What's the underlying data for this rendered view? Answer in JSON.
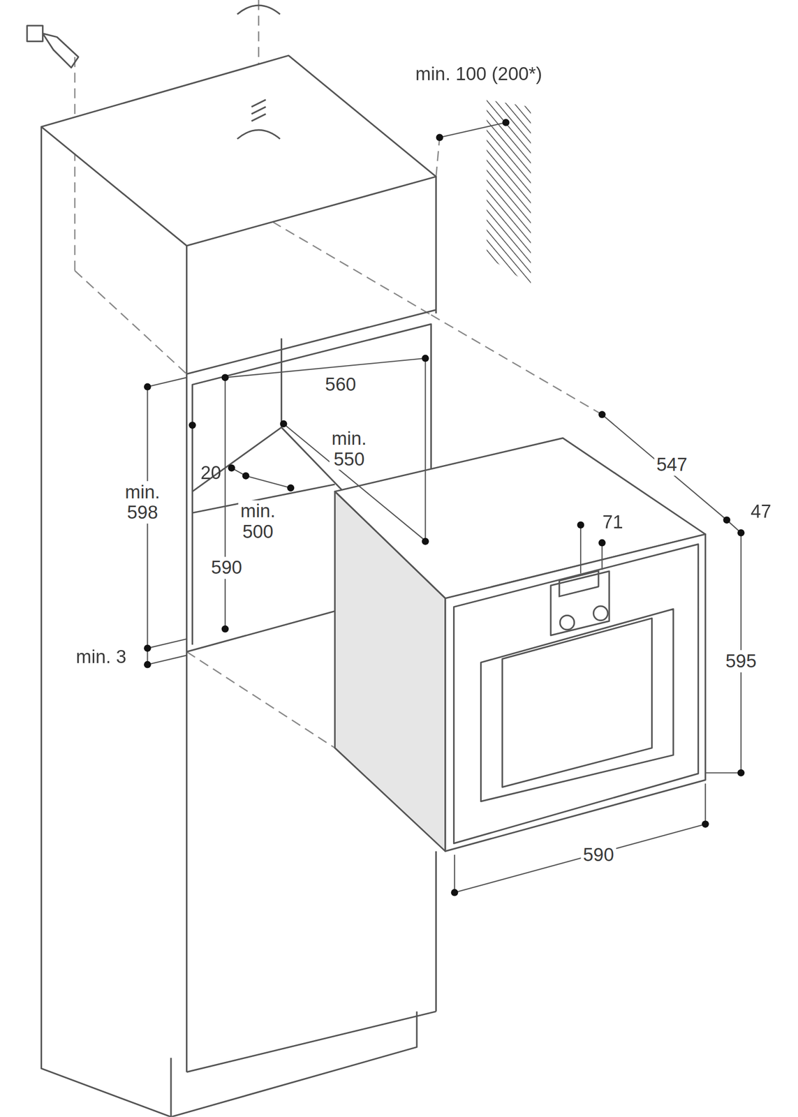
{
  "diagram": {
    "labels": [
      "min. 100 (200*)",
      "560",
      "min. 550",
      "min. 598",
      "20",
      "min. 500",
      "590",
      "min. 3",
      "547",
      "71",
      "47",
      "595",
      "590"
    ]
  }
}
